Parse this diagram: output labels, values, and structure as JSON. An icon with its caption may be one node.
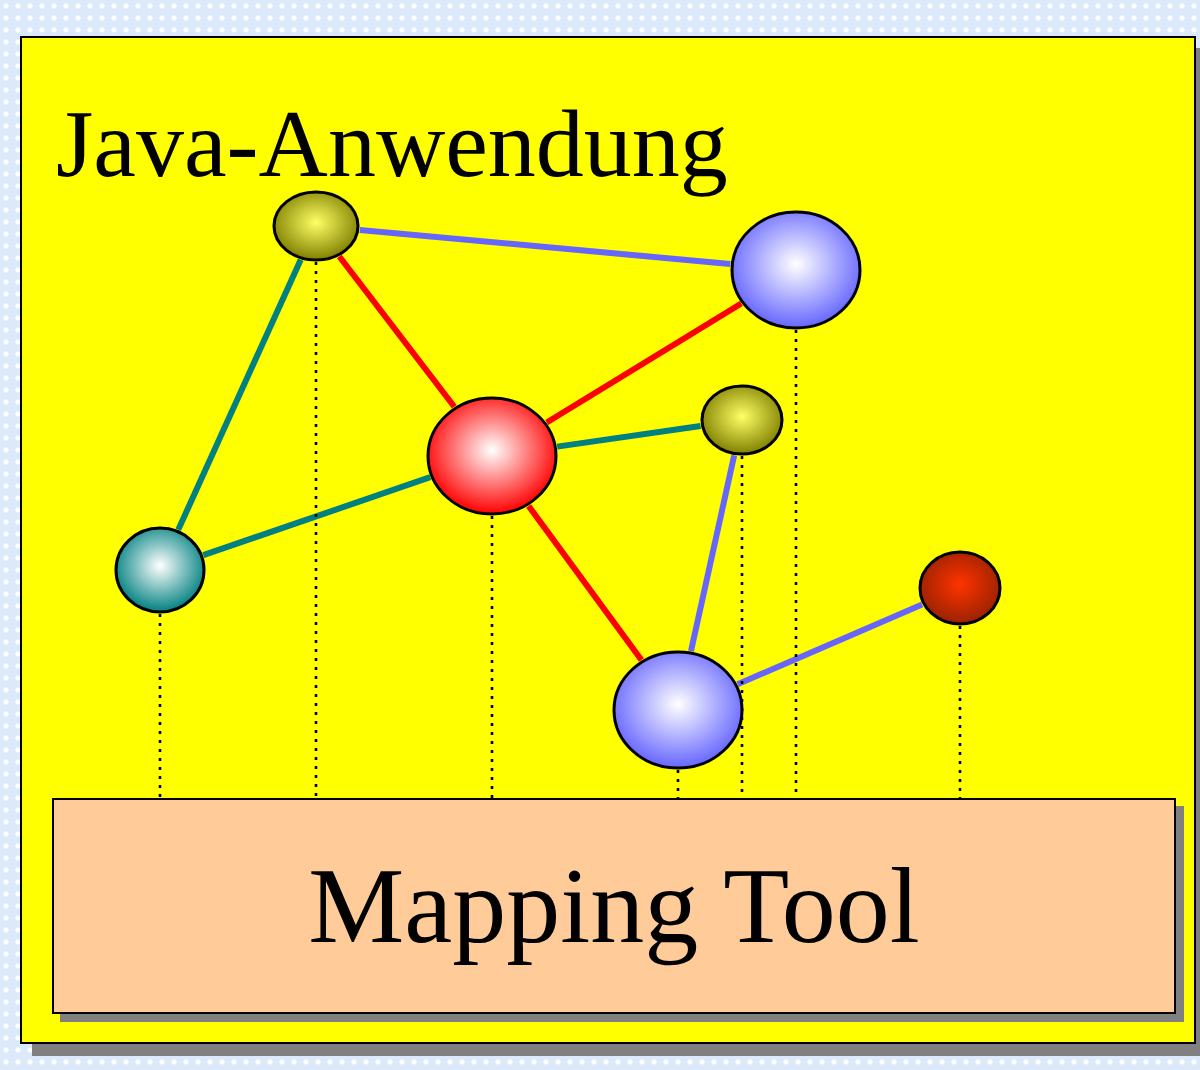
{
  "diagram": {
    "nodes": [
      {
        "text": [
          "Java-Anwendung"
        ]
      },
      {
        "text": [],
        "shape": "circle",
        "in": 0
      },
      {
        "text": [],
        "shape": "circle",
        "in": 0
      },
      {
        "text": [],
        "shape": "circle",
        "in": 0
      },
      {
        "text": [],
        "shape": "circle",
        "in": 0
      },
      {
        "text": [],
        "shape": "circle",
        "in": 0
      },
      {
        "text": [],
        "shape": "circle",
        "in": 0
      },
      {
        "text": [],
        "shape": "circle",
        "in": 0
      },
      {
        "text": [
          "Mapping Tool"
        ],
        "in": 0
      }
    ],
    "edges": [
      {
        "from": 1,
        "to": 2,
        "arrow": "none",
        "color": "#6666ff"
      },
      {
        "from": 1,
        "to": 5,
        "arrow": "none",
        "color": "#008080"
      },
      {
        "from": 1,
        "to": 3,
        "arrow": "none",
        "color": "#ff0000"
      },
      {
        "from": 3,
        "to": 2,
        "arrow": "none",
        "color": "#ff0000"
      },
      {
        "from": 5,
        "to": 3,
        "arrow": "none",
        "color": "#008080"
      },
      {
        "from": 3,
        "to": 4,
        "arrow": "none",
        "color": "#008080"
      },
      {
        "from": 3,
        "to": 7,
        "arrow": "none",
        "color": "#ff0000"
      },
      {
        "from": 4,
        "to": 7,
        "arrow": "none",
        "color": "#6666ff"
      },
      {
        "from": 7,
        "to": 6,
        "arrow": "none",
        "color": "#6666ff"
      },
      {
        "from": 5,
        "to": 8,
        "arrow": "none",
        "style": "dashed",
        "color": "#000000"
      },
      {
        "from": 1,
        "to": 8,
        "arrow": "none",
        "style": "dashed",
        "color": "#000000"
      },
      {
        "from": 3,
        "to": 8,
        "arrow": "none",
        "style": "dashed",
        "color": "#000000"
      },
      {
        "from": 7,
        "to": 8,
        "arrow": "none",
        "style": "dashed",
        "color": "#000000"
      },
      {
        "from": 4,
        "to": 8,
        "arrow": "none",
        "style": "dashed",
        "color": "#000000"
      },
      {
        "from": 2,
        "to": 8,
        "arrow": "none",
        "style": "dashed",
        "color": "#000000"
      },
      {
        "from": 6,
        "to": 8,
        "arrow": "none",
        "style": "dashed",
        "color": "#000000"
      }
    ]
  }
}
